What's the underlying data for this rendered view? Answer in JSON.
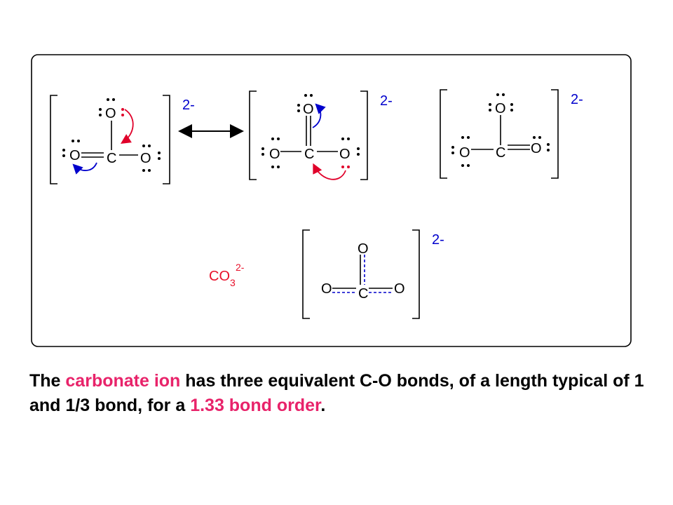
{
  "structures": [
    {
      "charge": "2-",
      "atoms": {
        "top_o": "O",
        "center_c": "C",
        "left_o": "O",
        "right_o": "O"
      },
      "double_bond": "left"
    },
    {
      "charge": "2-",
      "atoms": {
        "top_o": "O",
        "center_c": "C",
        "left_o": "O",
        "right_o": "O"
      },
      "double_bond": "top"
    },
    {
      "charge": "2-",
      "atoms": {
        "top_o": "O",
        "center_c": "C",
        "left_o": "O",
        "right_o": "O"
      },
      "double_bond": "right"
    }
  ],
  "hybrid": {
    "charge": "2-",
    "atoms": {
      "top_o": "O",
      "center_c": "C",
      "left_o": "O",
      "right_o": "O"
    },
    "formula": {
      "base": "CO",
      "subscript": "3",
      "superscript": "2-"
    }
  },
  "colors": {
    "red": "#e8102a",
    "blue": "#0000cc",
    "highlight": "#e8236a"
  },
  "caption": {
    "part1": "The ",
    "highlight1": "carbonate ion",
    "part2": " has three equivalent C-O bonds, of a length typical of 1 and 1/3 bond, for a ",
    "highlight2": "1.33 bond order",
    "part3": "."
  }
}
